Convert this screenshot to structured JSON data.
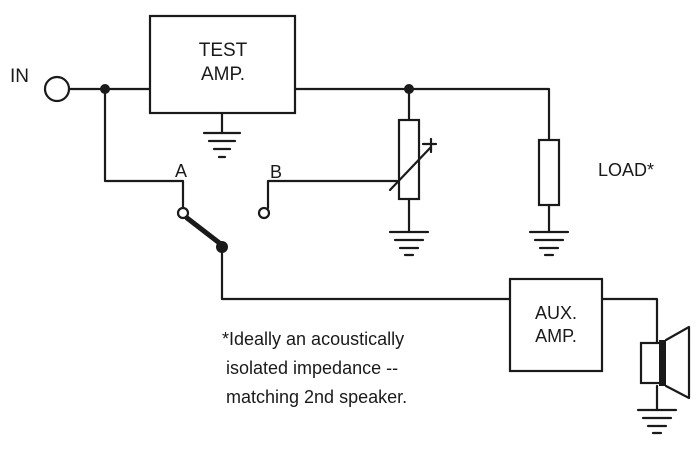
{
  "labels": {
    "input": "IN",
    "test_amp_line1": "TEST",
    "test_amp_line2": "AMP.",
    "switch_a": "A",
    "switch_b": "B",
    "load": "LOAD*",
    "aux_amp_line1": "AUX.",
    "aux_amp_line2": "AMP."
  },
  "footnote": {
    "line1": "*Ideally an acoustically",
    "line2": "isolated impedance --",
    "line3": "matching 2nd speaker."
  },
  "icons": {
    "input_terminal": "open-circle-terminal-icon",
    "ground": "ground-icon",
    "potentiometer": "variable-resistor-icon",
    "load_resistor": "resistor-icon",
    "speaker": "speaker-icon",
    "switch": "spdt-switch-icon"
  },
  "colors": {
    "ink": "#1a1a1a",
    "background": "#ffffff"
  }
}
